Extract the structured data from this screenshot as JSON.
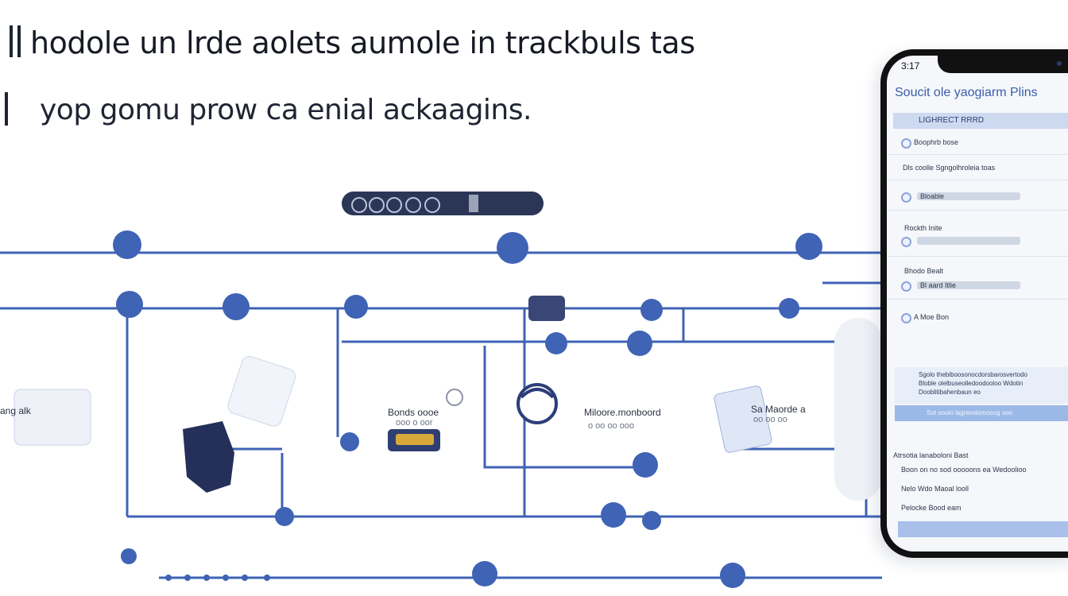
{
  "headline": {
    "line1": "hodole un lrde aolets aumole in trackbuls tas",
    "line2": "yop gomu   prow ca enial ackaagins."
  },
  "diagram": {
    "nodes": [
      {
        "id": "left-card",
        "label": "ang  alk"
      },
      {
        "id": "center-card",
        "label": "Bonds oooe",
        "sub": "ooo o oor"
      },
      {
        "id": "globe-card",
        "label": "Miloore.monboord",
        "sub": "o oo oo ooo"
      },
      {
        "id": "right-card",
        "label": "Sa Maorde  a",
        "sub": "oo oo oo"
      }
    ]
  },
  "phone": {
    "status_time": "3:17",
    "title": "Soucit ole yaogiarm Plins",
    "section_header": "LIGHRECT RRRD",
    "rows": [
      {
        "label": "Boophrb bose"
      },
      {
        "label": "Dls coolle Sgngolhroleia toas"
      },
      {
        "label": "Bloable"
      },
      {
        "label": "Rockth Inite"
      },
      {
        "label": "Bhodo Bealt"
      },
      {
        "label": "Bl aard Itlie"
      },
      {
        "label": "A Moe Bon"
      }
    ],
    "info_lines": [
      "Sgolo thebiboosonocdorsbarosvertodo",
      "Bloble olelbuseolledoodooloo Wdotin",
      "Dooblitibahenbaun eo"
    ],
    "blue_bar": "Sot ooolo lagnioolomooog ooo",
    "list_title": "Atrsotia lanaboloni Bast",
    "list_items": [
      "Boon on no sod ooooons ea Wedoolioo",
      "Nelo Wdo Maoal looll",
      "Pelocke Bood eam"
    ]
  },
  "colors": {
    "line": "#3f63b5",
    "node": "#3f63b5",
    "ink": "#1b1f2a",
    "accent": "#3a5ea8"
  }
}
